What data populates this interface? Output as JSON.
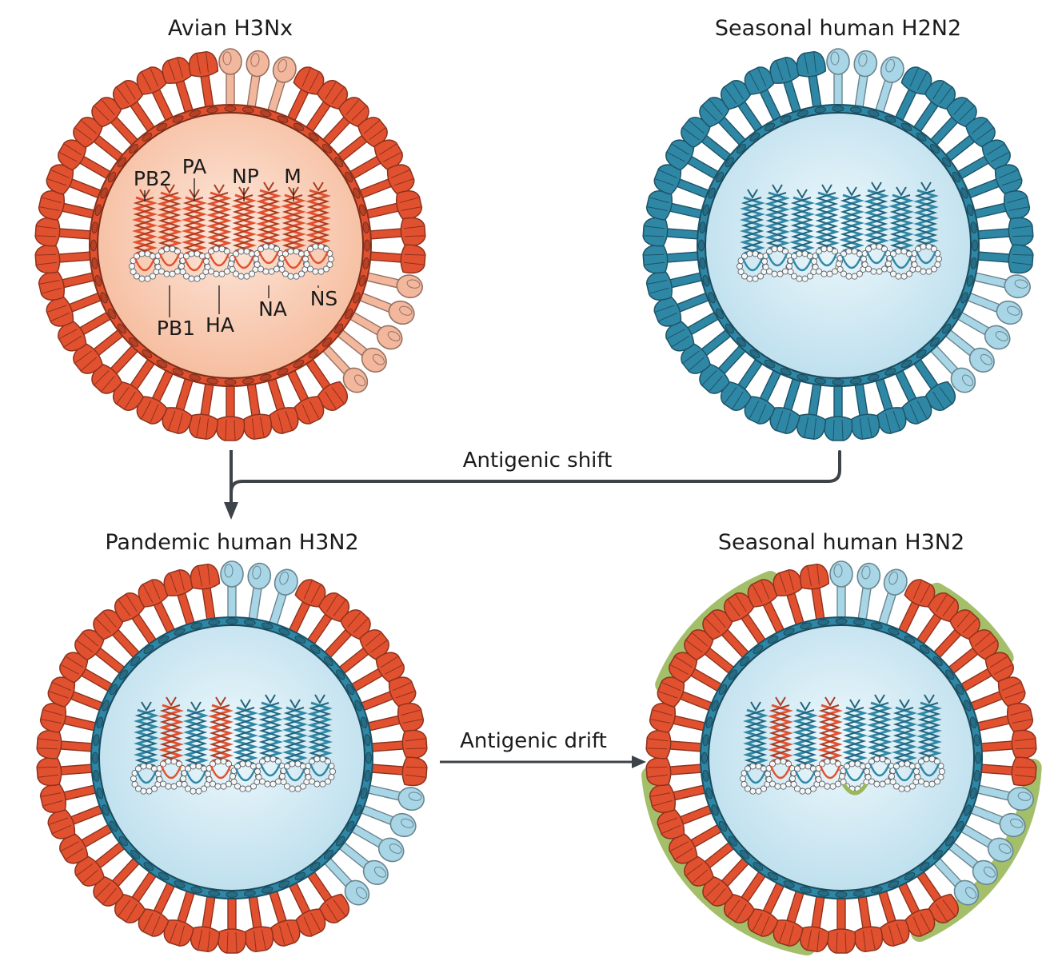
{
  "colors": {
    "avian_red": "#e2512f",
    "avian_red_light": "#f2b79d",
    "avian_core": "#f7c6ac",
    "human_blue": "#2f87a6",
    "human_blue_light": "#a9d6e6",
    "human_core": "#d5ecf5",
    "drift_green": "#9ab85a",
    "arrow": "#3d4348"
  },
  "viruses": [
    {
      "title": "Avian H3Nx",
      "spike_primary": "red",
      "spike_secondary": "red_light",
      "membrane": "red",
      "segments": [
        "red",
        "red",
        "red",
        "red",
        "red",
        "red",
        "red",
        "red"
      ],
      "drift_patches": false
    },
    {
      "title": "Seasonal human H2N2",
      "spike_primary": "blue",
      "spike_secondary": "blue_light",
      "membrane": "blue",
      "segments": [
        "blue",
        "blue",
        "blue",
        "blue",
        "blue",
        "blue",
        "blue",
        "blue"
      ],
      "drift_patches": false
    },
    {
      "title": "Pandemic human H3N2",
      "spike_primary": "red",
      "spike_secondary": "blue_light",
      "membrane": "blue",
      "segments": [
        "blue",
        "red",
        "blue",
        "red",
        "blue",
        "blue",
        "blue",
        "blue"
      ],
      "drift_patches": false
    },
    {
      "title": "Seasonal human H3N2",
      "spike_primary": "red",
      "spike_secondary": "blue_light",
      "membrane": "blue",
      "segments": [
        "blue",
        "red",
        "blue",
        "red",
        "blue",
        "blue",
        "blue",
        "blue"
      ],
      "drift_patches": true
    }
  ],
  "segment_labels": {
    "top": [
      "PB2",
      "PA",
      "NP",
      "M"
    ],
    "bottom": [
      "PB1",
      "HA",
      "NA",
      "NS"
    ]
  },
  "arrows": {
    "shift_label": "Antigenic shift",
    "drift_label": "Antigenic drift"
  }
}
